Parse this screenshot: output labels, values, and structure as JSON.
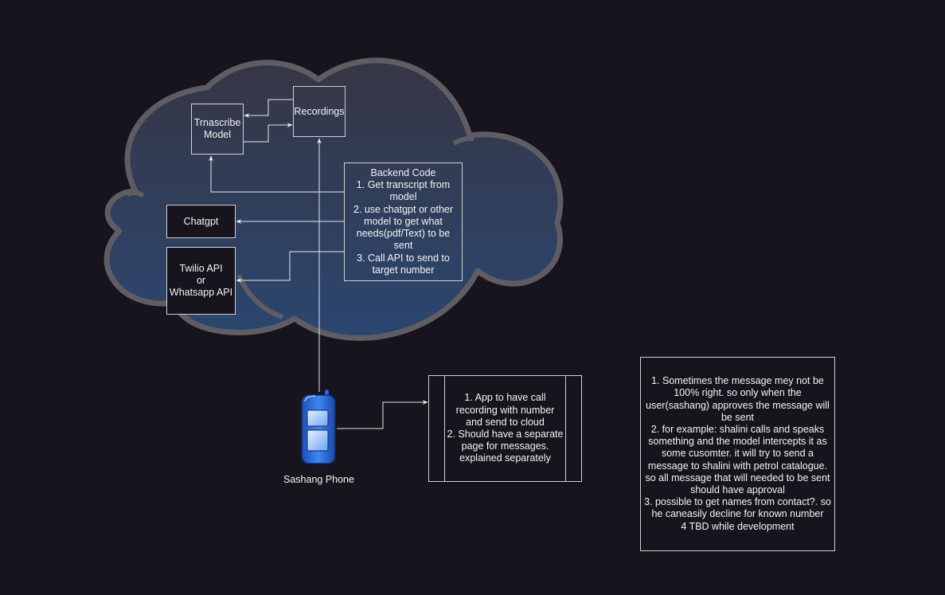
{
  "nodes": {
    "transcribe_model": "Trnascribe\nModel",
    "recordings": "Recordings",
    "backend_code": "Backend Code\n1. Get transcript from\nmodel\n2. use chatgpt or other\nmodel to get what\nneeds(pdf/Text) to be\nsent\n3. Call API to send to\ntarget number",
    "chatgpt": "Chatgpt",
    "twilio": "Twilio API\nor\nWhatsapp API",
    "app_requirements": "1. App to have call\nrecording with number\nand send to cloud\n2. Should have a separate\npage for messages.\nexplained separately",
    "notes": "1. Sometimes the message mey not be\n100% right. so only when the\nuser(sashang) approves the message will\nbe sent\n2. for example: shalini calls and speaks\nsomething and the model intercepts it as\nsome cusomter. it will try to send a\nmessage to shalini with petrol catalogue.\nso all message that will needed to be sent\nshould have approval\n3. possible to get names from contact?. so\nhe caneasily decline for known number\n4 TBD while development",
    "phone_label": "Sashang Phone"
  },
  "colors": {
    "background": "#18141d",
    "cloud_top": "#34384a",
    "cloud_bottom": "#2c4468",
    "cloud_outline": "#5f5d63",
    "stroke": "#e6e6e6",
    "phone_blue": "#2a6fdf"
  },
  "icons": [
    "cloud-shape",
    "mobile-phone-icon",
    "arrow-head"
  ]
}
